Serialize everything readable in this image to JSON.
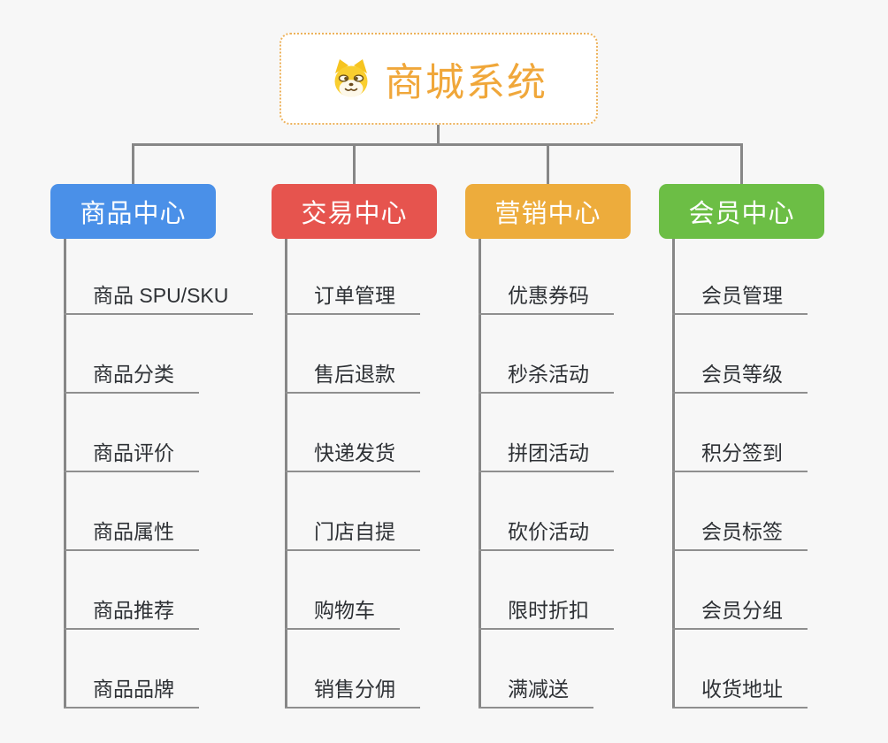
{
  "root": {
    "title": "商城系统",
    "icon": "dog-face-icon",
    "title_color": "#F0A73A",
    "border_color": "#EDB25B"
  },
  "connector_color": "#878787",
  "underline_color": "#8f8f8f",
  "background_color": "#f7f7f7",
  "branches": [
    {
      "label": "商品中心",
      "color": "#4A90E8",
      "items": [
        "商品 SPU/SKU",
        "商品分类",
        "商品评价",
        "商品属性",
        "商品推荐",
        "商品品牌"
      ]
    },
    {
      "label": "交易中心",
      "color": "#E6544E",
      "items": [
        "订单管理",
        "售后退款",
        "快递发货",
        "门店自提",
        "购物车",
        "销售分佣"
      ]
    },
    {
      "label": "营销中心",
      "color": "#EDAC3C",
      "items": [
        "优惠券码",
        "秒杀活动",
        "拼团活动",
        "砍价活动",
        "限时折扣",
        "满减送"
      ]
    },
    {
      "label": "会员中心",
      "color": "#6CBE45",
      "items": [
        "会员管理",
        "会员等级",
        "积分签到",
        "会员标签",
        "会员分组",
        "收货地址"
      ]
    }
  ]
}
